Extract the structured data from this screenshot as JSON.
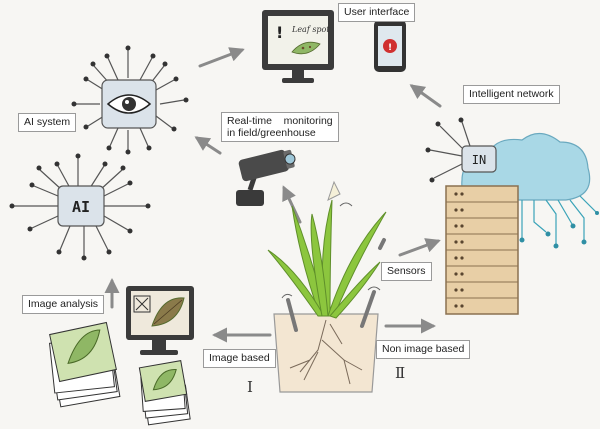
{
  "labels": {
    "user_interface": "User interface",
    "ai_system": "AI system",
    "monitoring": "Real-time    monitoring\nin field/greenhouse",
    "intelligent_network": "Intelligent network",
    "sensors": "Sensors",
    "image_analysis": "Image analysis",
    "image_based": "Image based",
    "non_image_based": "Non image based"
  },
  "icon_text": {
    "monitor_screen": "Leaf spot",
    "ai_chip": "AI",
    "network_chip": "IN"
  },
  "roman": {
    "one": "Ⅰ",
    "two": "Ⅱ"
  },
  "colors": {
    "arrow": "#8a8a8a",
    "plant": "#8cc63e",
    "cloud": "#a9d8e6",
    "cabinet": "#e8cfa6",
    "leaf_card": "#8fb765",
    "monitor": "#3b3b3b"
  }
}
